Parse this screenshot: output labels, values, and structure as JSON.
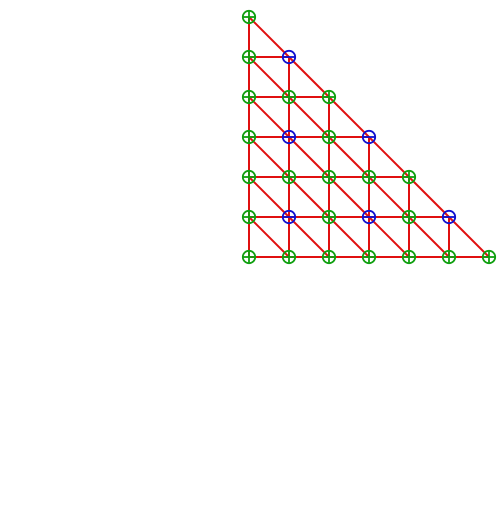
{
  "diagram": {
    "type": "triangular-mesh",
    "rows": 7,
    "colors": {
      "edge": "#e01010",
      "node_plus": "#10a010",
      "node_minus": "#1010d0",
      "background": "#ffffff"
    },
    "node_kinds": {
      "plus": "circle-with-cross",
      "minus": "circle-with-horizontal-bar"
    },
    "nodes": [
      {
        "i": 0,
        "j": 0,
        "kind": "plus"
      },
      {
        "i": 0,
        "j": 1,
        "kind": "plus"
      },
      {
        "i": 1,
        "j": 1,
        "kind": "minus"
      },
      {
        "i": 0,
        "j": 2,
        "kind": "plus"
      },
      {
        "i": 1,
        "j": 2,
        "kind": "plus"
      },
      {
        "i": 2,
        "j": 2,
        "kind": "plus"
      },
      {
        "i": 0,
        "j": 3,
        "kind": "plus"
      },
      {
        "i": 1,
        "j": 3,
        "kind": "minus"
      },
      {
        "i": 2,
        "j": 3,
        "kind": "plus"
      },
      {
        "i": 3,
        "j": 3,
        "kind": "minus"
      },
      {
        "i": 0,
        "j": 4,
        "kind": "plus"
      },
      {
        "i": 1,
        "j": 4,
        "kind": "plus"
      },
      {
        "i": 2,
        "j": 4,
        "kind": "plus"
      },
      {
        "i": 3,
        "j": 4,
        "kind": "plus"
      },
      {
        "i": 4,
        "j": 4,
        "kind": "plus"
      },
      {
        "i": 0,
        "j": 5,
        "kind": "plus"
      },
      {
        "i": 1,
        "j": 5,
        "kind": "minus"
      },
      {
        "i": 2,
        "j": 5,
        "kind": "plus"
      },
      {
        "i": 3,
        "j": 5,
        "kind": "minus"
      },
      {
        "i": 4,
        "j": 5,
        "kind": "plus"
      },
      {
        "i": 5,
        "j": 5,
        "kind": "minus"
      },
      {
        "i": 0,
        "j": 6,
        "kind": "plus"
      },
      {
        "i": 1,
        "j": 6,
        "kind": "plus"
      },
      {
        "i": 2,
        "j": 6,
        "kind": "plus"
      },
      {
        "i": 3,
        "j": 6,
        "kind": "plus"
      },
      {
        "i": 4,
        "j": 6,
        "kind": "plus"
      },
      {
        "i": 5,
        "j": 6,
        "kind": "plus"
      },
      {
        "i": 6,
        "j": 6,
        "kind": "plus"
      }
    ]
  }
}
